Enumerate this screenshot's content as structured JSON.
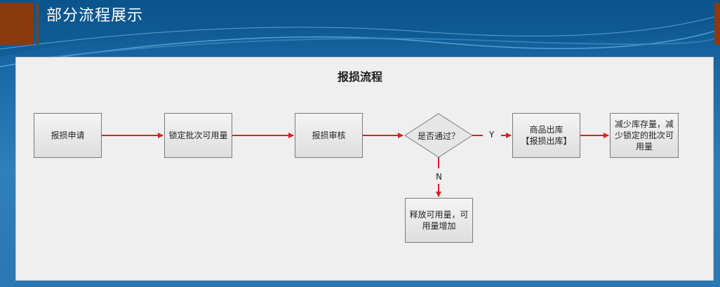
{
  "slide": {
    "title": "部分流程展示"
  },
  "diagram": {
    "title": "报损流程",
    "nodes": {
      "apply": "报损申请",
      "lock": "锁定批次可用量",
      "review": "报损审核",
      "decision": "是否通过？",
      "outbound": "商品出库\n【报损出库】",
      "reduce": "减少库存量，减少锁定的批次可用量",
      "release": "释放可用量，可用量增加"
    },
    "edge_labels": {
      "yes": "Y",
      "no": "N"
    },
    "colors": {
      "arrow": "#e51c1c",
      "panel": "#efefef",
      "accent_block": "#8b3a0e"
    }
  }
}
